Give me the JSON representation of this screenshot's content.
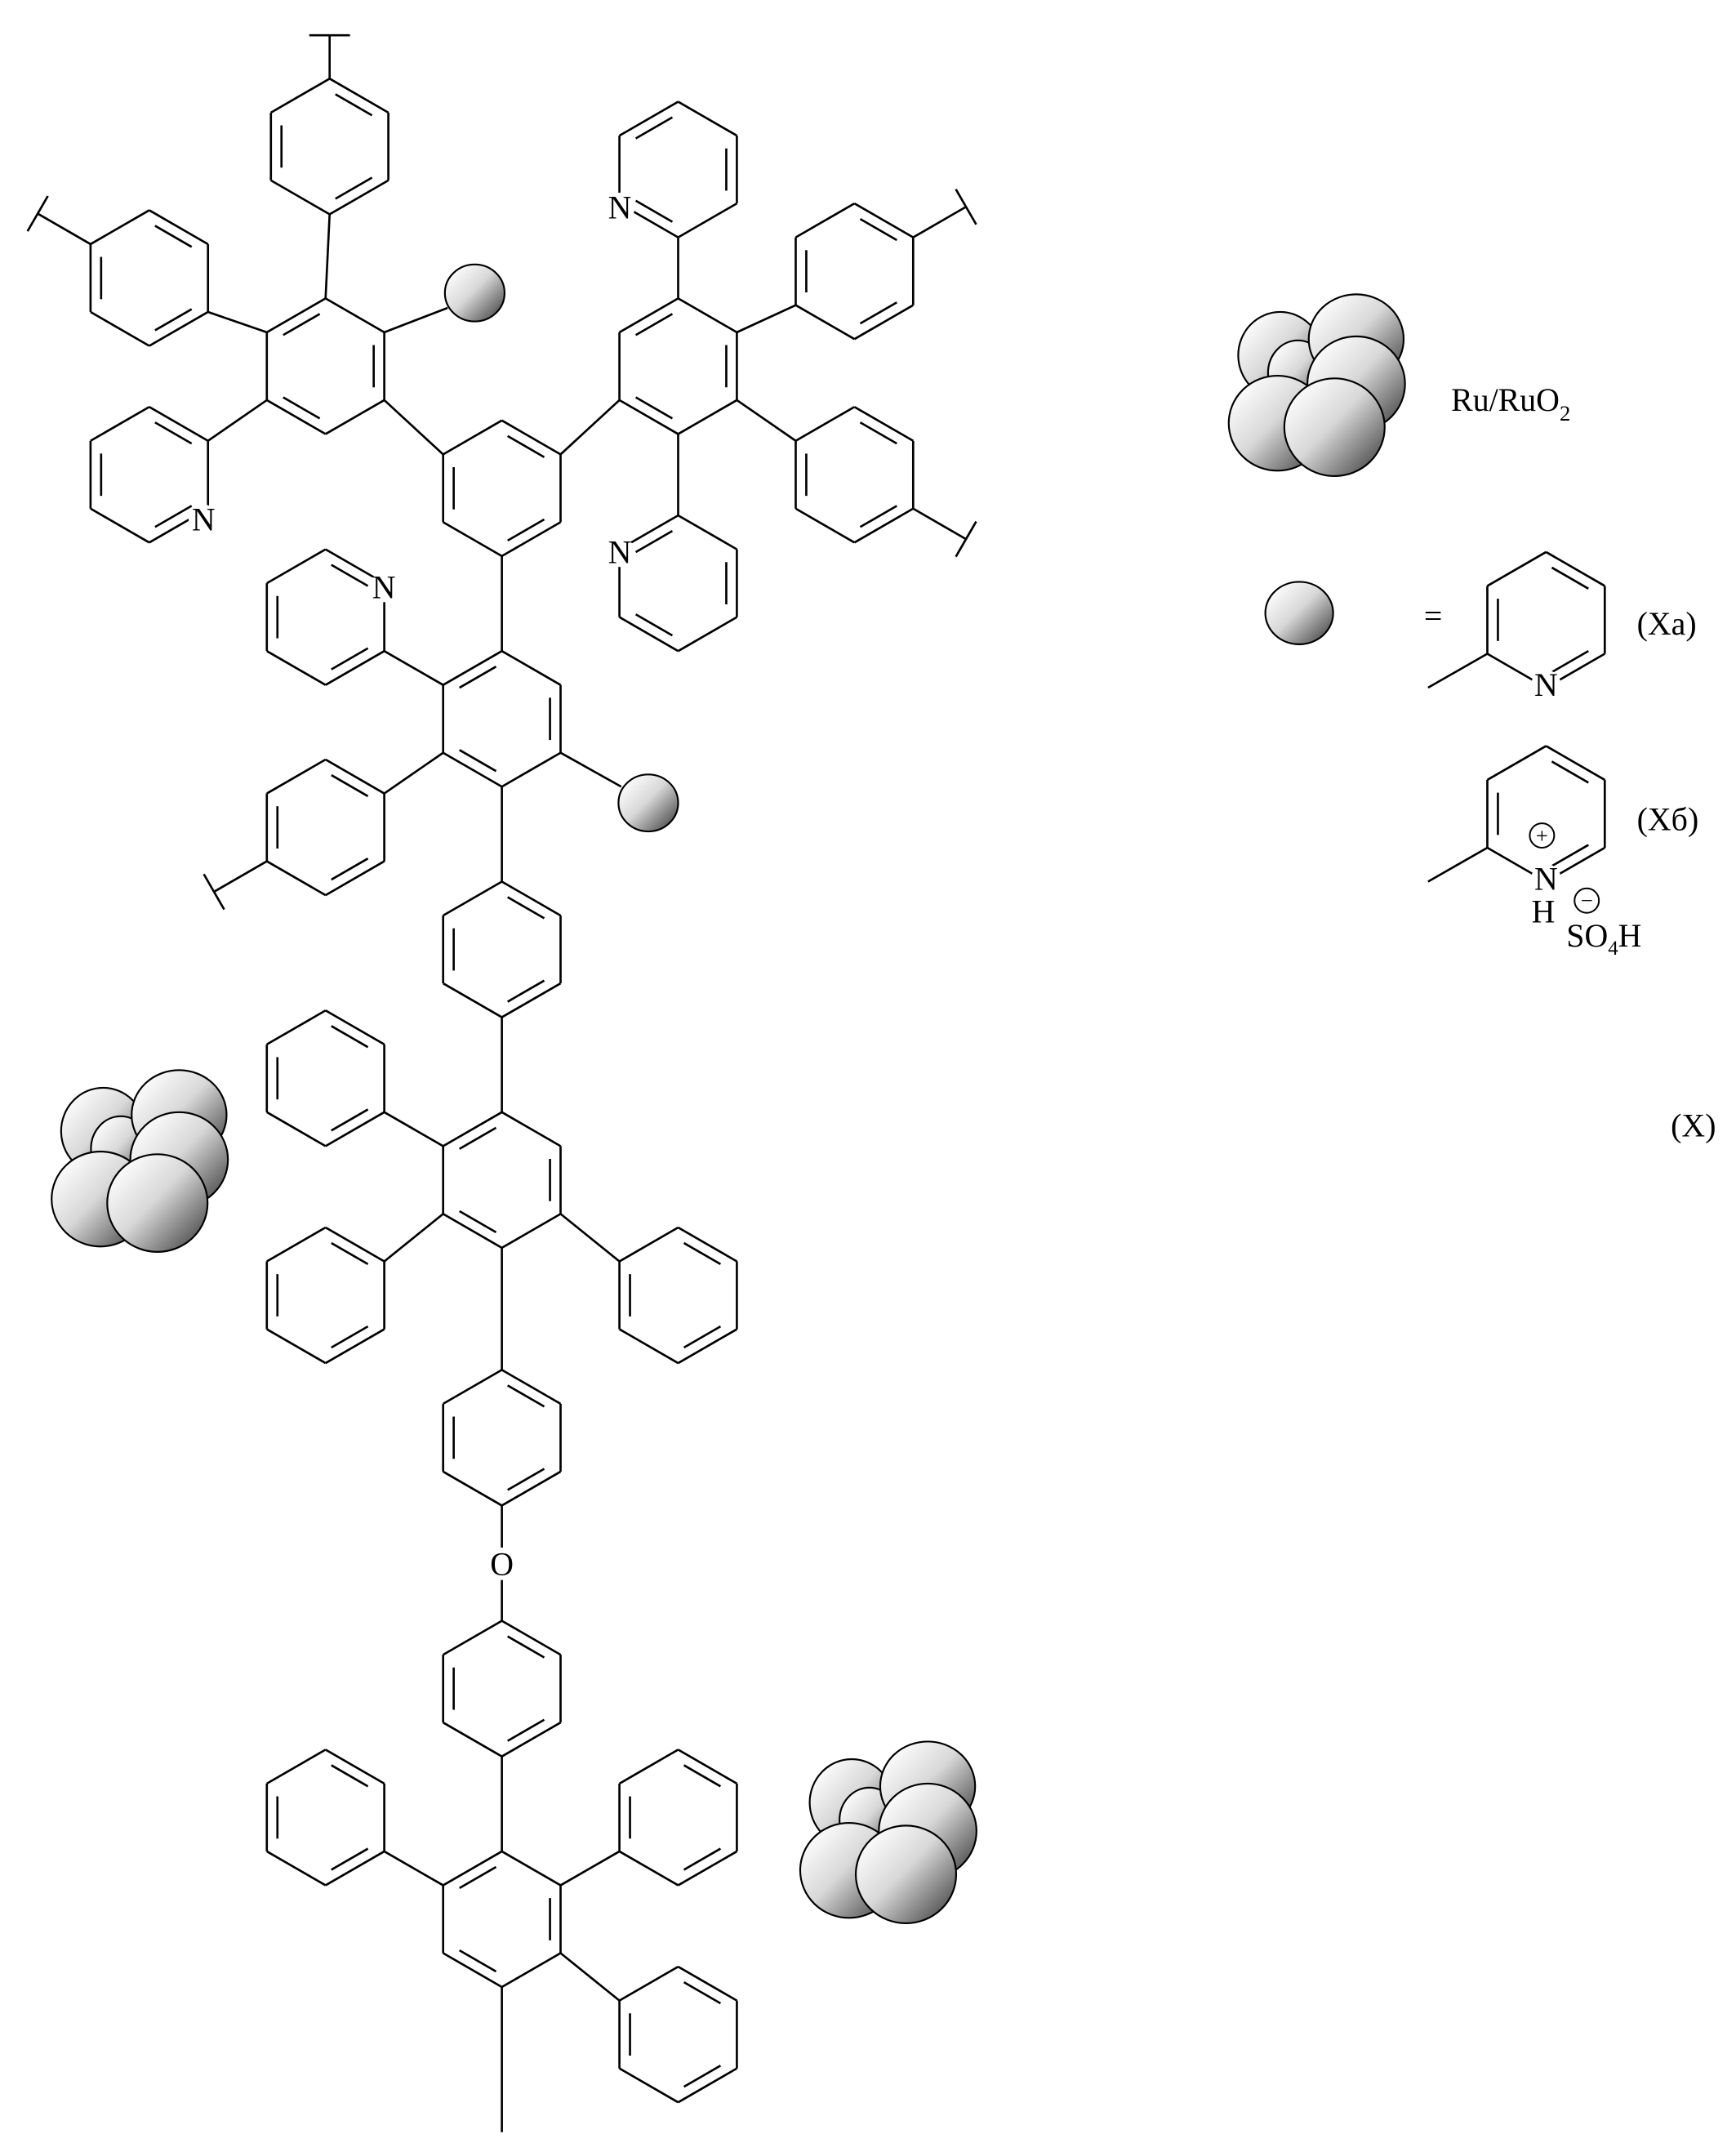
{
  "labels": {
    "nitrogen": "N",
    "oxygen": "O",
    "catalyst_main": "Ru/RuO",
    "catalyst_sub": "2",
    "equals": "=",
    "formula_xa": "(Xa)",
    "formula_xb": "(Xб)",
    "formula_x": "(X)",
    "hydrogen": "H",
    "plus": "+",
    "minus": "−",
    "counterion_main": "SO",
    "counterion_sub": "4",
    "counterion_h": "H"
  },
  "colors": {
    "bond": "#000000",
    "sphere_light": "#ffffff",
    "sphere_dark": "#4a4a4a"
  }
}
